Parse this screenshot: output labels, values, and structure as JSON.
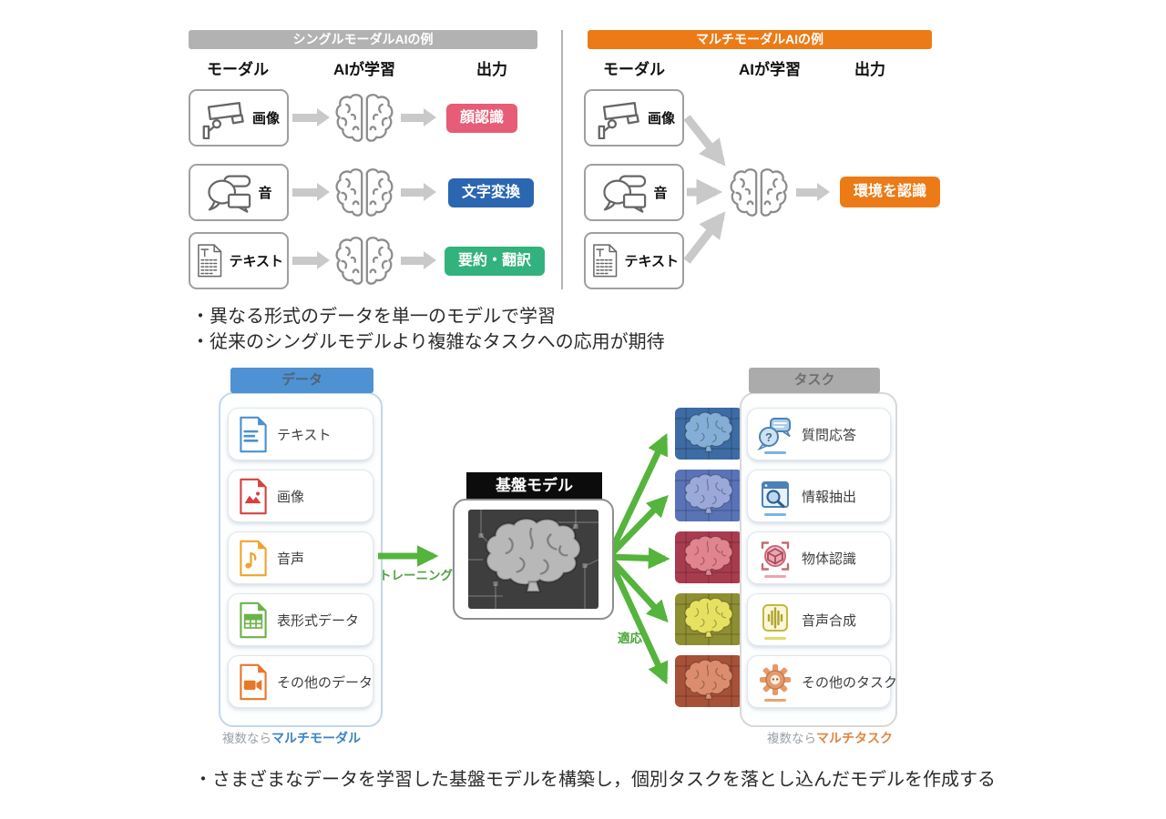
{
  "top": {
    "columns": {
      "modal": "モーダル",
      "learn": "AIが学習",
      "output": "出力"
    },
    "single": {
      "title": "シングルモーダルAIの例",
      "header_bg": "#b2b2b2",
      "rows": [
        {
          "icon": "camera-icon",
          "modal": "画像",
          "output": "顔認識",
          "badge_color": "#e75c76"
        },
        {
          "icon": "speech-bubbles-icon",
          "modal": "音",
          "output": "文字変換",
          "badge_color": "#2b67b1"
        },
        {
          "icon": "text-document-icon",
          "modal": "テキスト",
          "output": "要約・翻訳",
          "badge_color": "#32b27c"
        }
      ]
    },
    "multi": {
      "title": "マルチモーダルAIの例",
      "header_bg": "#ec7b17",
      "modals": [
        {
          "icon": "camera-icon",
          "label": "画像"
        },
        {
          "icon": "speech-bubbles-icon",
          "label": "音"
        },
        {
          "icon": "text-document-icon",
          "label": "テキスト"
        }
      ],
      "output": "環境を認識",
      "badge_color": "#ec7b17"
    }
  },
  "notes_mid": {
    "line1": "・異なる形式のデータを単一のモデルで学習",
    "line2": "・従来のシングルモデルより複雑なタスクへの応用が期待"
  },
  "bottom": {
    "data_panel": {
      "title": "データ",
      "header_bg": "#4e92d4",
      "header_text_color": "#4f6470",
      "items": [
        {
          "icon": "text-file-icon",
          "label": "テキスト",
          "color": "#4a90d2"
        },
        {
          "icon": "image-file-icon",
          "label": "画像",
          "color": "#d84040"
        },
        {
          "icon": "audio-file-icon",
          "label": "音声",
          "color": "#f0a32a"
        },
        {
          "icon": "table-file-icon",
          "label": "表形式データ",
          "color": "#6cb24a"
        },
        {
          "icon": "other-file-icon",
          "label": "その他のデータ",
          "color": "#e8772a"
        }
      ],
      "caption_prefix": "複数なら",
      "caption_bold": "マルチモーダル",
      "caption_bold_color": "#3b82c6"
    },
    "training_label": "トレーニング",
    "adapt_label": "適応",
    "arrow_green": "#54b43c",
    "model": {
      "title": "基盤モデル"
    },
    "brain_thumbs": [
      {
        "bg": "#3d6ba3",
        "brain": "#85aed6"
      },
      {
        "bg": "#5a73b7",
        "brain": "#9aa9da"
      },
      {
        "bg": "#a83c4e",
        "brain": "#e2848f"
      },
      {
        "bg": "#8e8e33",
        "brain": "#e7e162"
      },
      {
        "bg": "#a65138",
        "brain": "#dc8d6d"
      }
    ],
    "task_panel": {
      "title": "タスク",
      "header_bg": "#ababab",
      "header_text_color": "#6f6f6f",
      "items": [
        {
          "icon": "question-answer-icon",
          "label": "質問応答",
          "bar": "#7fb3dd"
        },
        {
          "icon": "info-extract-icon",
          "label": "情報抽出",
          "bar": "#7fb3dd"
        },
        {
          "icon": "object-recognition-icon",
          "label": "物体認識",
          "bar": "#eda4b0"
        },
        {
          "icon": "speech-synthesis-icon",
          "label": "音声合成",
          "bar": "#e4d96a"
        },
        {
          "icon": "other-task-icon",
          "label": "その他のタスク",
          "bar": "#eba36f"
        }
      ],
      "caption_prefix": "複数なら",
      "caption_bold": "マルチタスク",
      "caption_bold_color": "#dd8746"
    }
  },
  "note_bottom": "・さまざまなデータを学習した基盤モデルを構築し，個別タスクを落とし込んだモデルを作成する",
  "icons": {
    "question_glyph": "?"
  }
}
